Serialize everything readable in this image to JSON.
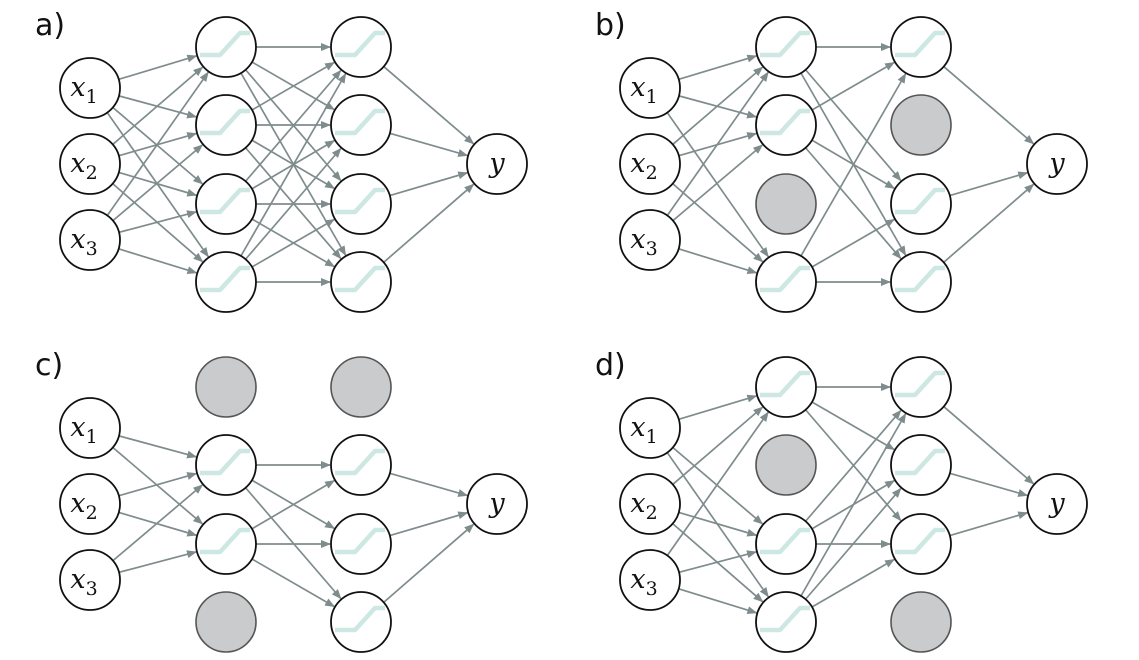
{
  "colors": {
    "edge": "#7f8c8d",
    "node_stroke": "#111111",
    "node_fill": "#ffffff",
    "dropped_fill": "#c9cbcc",
    "relu": "#cde7e3"
  },
  "panels": [
    {
      "id": "a",
      "label": "a)",
      "inputs": [
        {
          "base": "x",
          "sub": "1"
        },
        {
          "base": "x",
          "sub": "2"
        },
        {
          "base": "x",
          "sub": "3"
        }
      ],
      "output": {
        "base": "y",
        "sub": ""
      },
      "hidden1_active": [
        true,
        true,
        true,
        true
      ],
      "hidden2_active": [
        true,
        true,
        true,
        true
      ]
    },
    {
      "id": "b",
      "label": "b)",
      "inputs": [
        {
          "base": "x",
          "sub": "1"
        },
        {
          "base": "x",
          "sub": "2"
        },
        {
          "base": "x",
          "sub": "3"
        }
      ],
      "output": {
        "base": "y",
        "sub": ""
      },
      "hidden1_active": [
        true,
        true,
        false,
        true
      ],
      "hidden2_active": [
        true,
        false,
        true,
        true
      ]
    },
    {
      "id": "c",
      "label": "c)",
      "inputs": [
        {
          "base": "x",
          "sub": "1"
        },
        {
          "base": "x",
          "sub": "2"
        },
        {
          "base": "x",
          "sub": "3"
        }
      ],
      "output": {
        "base": "y",
        "sub": ""
      },
      "hidden1_active": [
        false,
        true,
        true,
        false
      ],
      "hidden2_active": [
        false,
        true,
        true,
        true
      ]
    },
    {
      "id": "d",
      "label": "d)",
      "inputs": [
        {
          "base": "x",
          "sub": "1"
        },
        {
          "base": "x",
          "sub": "2"
        },
        {
          "base": "x",
          "sub": "3"
        }
      ],
      "output": {
        "base": "y",
        "sub": ""
      },
      "hidden1_active": [
        true,
        false,
        true,
        true
      ],
      "hidden2_active": [
        true,
        true,
        true,
        false
      ]
    }
  ]
}
